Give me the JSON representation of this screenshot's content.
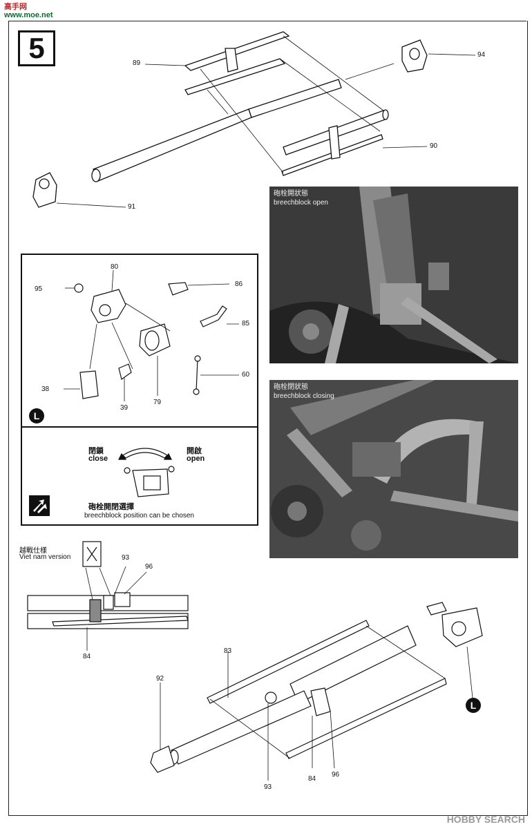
{
  "header": {
    "site_logo_top": "高手网",
    "site_logo_bottom": "www.moe.net",
    "step_number": "5"
  },
  "parts": {
    "p89": "89",
    "p94": "94",
    "p90": "90",
    "p91": "91",
    "p80": "80",
    "p95": "95",
    "p86": "86",
    "p85": "85",
    "p60": "60",
    "p38": "38",
    "p39": "39",
    "p79": "79",
    "p93a": "93",
    "p96a": "96",
    "p84a": "84",
    "p83": "83",
    "p92": "92",
    "p93b": "93",
    "p84b": "84",
    "p96b": "96"
  },
  "inset": {
    "badge": "L",
    "close_cn": "閉鎖",
    "close_en": "close",
    "open_cn": "開啟",
    "open_en": "open",
    "choice_cn": "砲栓開閉選擇",
    "choice_en": "breechblock position can be chosen"
  },
  "photos": {
    "top_caption_cn": "砲栓開狀態",
    "top_caption_en": "breechblock open",
    "bottom_caption_cn": "砲栓閉狀態",
    "bottom_caption_en": "breechblock closing"
  },
  "vietnam": {
    "label_cn": "越戰仕樣",
    "label_en": "Viet nam version"
  },
  "bottom_badge": "L",
  "watermark": "HOBBY SEARCH"
}
